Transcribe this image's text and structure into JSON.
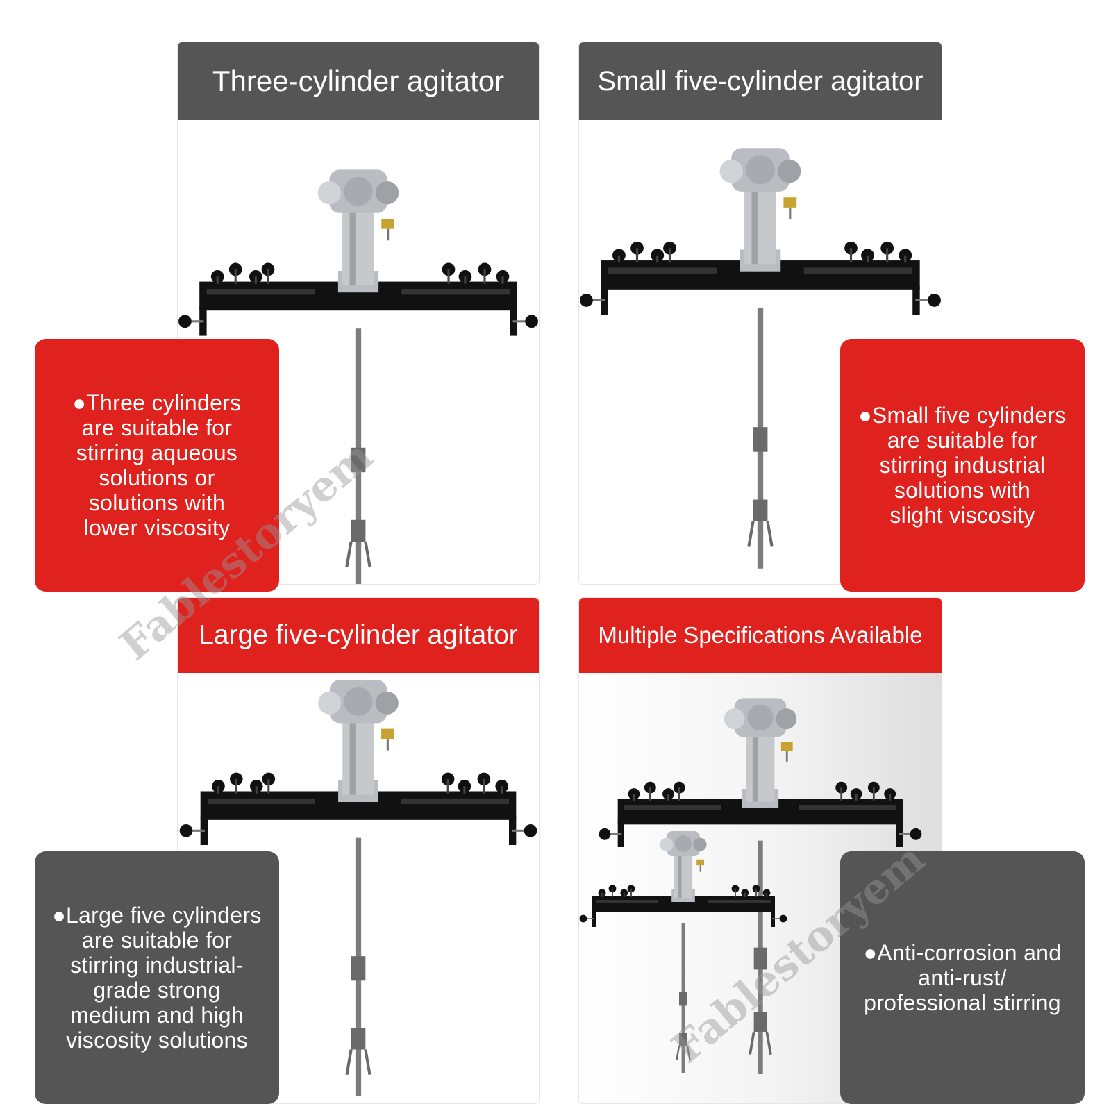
{
  "colors": {
    "dark_gray": "#555555",
    "red": "#e0221f",
    "frame_black": "#111111",
    "metal": "#b9bdc1",
    "shaft": "#7c7c7c"
  },
  "panels": [
    {
      "title": "Three-cylinder agitator",
      "header_color": "#555555",
      "description": "●Three cylinders\nare suitable for\nstirring aqueous\nsolutions or\nsolutions with\nlower viscosity",
      "description_color": "#e0221f"
    },
    {
      "title": "Small five-cylinder agitator",
      "header_color": "#555555",
      "description": "●Small five cylinders\nare suitable for\nstirring industrial\nsolutions with\nslight viscosity",
      "description_color": "#e0221f"
    },
    {
      "title": "Large five-cylinder agitator",
      "header_color": "#e0221f",
      "description": "●Large five cylinders\nare suitable for\nstirring industrial-\ngrade strong\nmedium and high\nviscosity solutions",
      "description_color": "#555555"
    },
    {
      "title": "Multiple Specifications Available",
      "header_color": "#e0221f",
      "description": "●Anti-corrosion and\nanti-rust/\nprofessional stirring",
      "description_color": "#555555"
    }
  ],
  "watermark": "Fablestoryem"
}
